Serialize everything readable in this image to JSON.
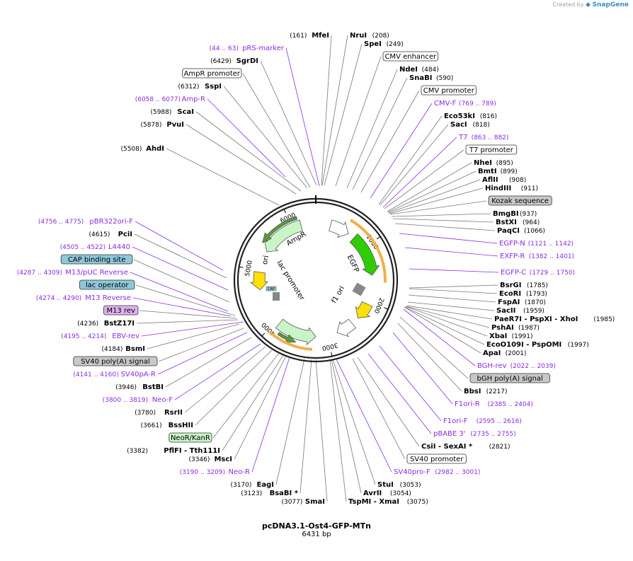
{
  "header": {
    "credit_prefix": "Created by",
    "credit_brand": "SnapGene"
  },
  "plasmid": {
    "name": "pcDNA3.1-Ost4-GFP-MTn",
    "length_label": "6431 bp",
    "ticks": [
      "1000",
      "2000",
      "3000",
      "4000",
      "5000",
      "6000"
    ]
  },
  "colors": {
    "primer": "#8a2be2",
    "enzyme": "#000000",
    "line": "#777777",
    "ring": "#222222",
    "ampr": "#c9f5c6",
    "egfp": "#2ecc00",
    "ori": "#ffe000",
    "f1ori": "#ffe000",
    "orange": "#f0b04a",
    "feature_box_gray": "#c8c8c8",
    "feature_box_teal": "#8ec8d8",
    "feature_box_green": "#c9f5c6",
    "feature_box_pink": "#e0b0f0"
  },
  "labels_left": [
    {
      "pos": "(161)",
      "name": "MfeI",
      "kind": "enzyme"
    },
    {
      "pos": "(44 .. 63)",
      "name": "pRS-marker",
      "kind": "primer"
    },
    {
      "pos": "(6429)",
      "name": "SgrDI",
      "kind": "enzyme"
    },
    {
      "pos": "",
      "name": "AmpR promoter",
      "kind": "box-white"
    },
    {
      "pos": "(6312)",
      "name": "SspI",
      "kind": "enzyme"
    },
    {
      "pos": "(6058 .. 6077)",
      "name": "Amp-R",
      "kind": "primer"
    },
    {
      "pos": "(5988)",
      "name": "ScaI",
      "kind": "enzyme"
    },
    {
      "pos": "(5878)",
      "name": "PvuI",
      "kind": "enzyme"
    },
    {
      "pos": "(5508)",
      "name": "AhdI",
      "kind": "enzyme"
    },
    {
      "pos": "(4756 .. 4775)",
      "name": "pBR322ori-F",
      "kind": "primer"
    },
    {
      "pos": "(4615)",
      "name": "PciI",
      "kind": "enzyme"
    },
    {
      "pos": "(4505 .. 4522)",
      "name": "L4440",
      "kind": "primer"
    },
    {
      "pos": "",
      "name": "CAP binding site",
      "kind": "box-teal"
    },
    {
      "pos": "(4287 .. 4309)",
      "name": "M13/pUC Reverse",
      "kind": "primer"
    },
    {
      "pos": "",
      "name": "lac operator",
      "kind": "box-teal"
    },
    {
      "pos": "(4274 .. 4290)",
      "name": "M13 Reverse",
      "kind": "primer"
    },
    {
      "pos": "",
      "name": "M13 rev",
      "kind": "box-pink"
    },
    {
      "pos": "(4236)",
      "name": "BstZ17I",
      "kind": "enzyme"
    },
    {
      "pos": "(4195 .. 4214)",
      "name": "EBV-rev",
      "kind": "primer"
    },
    {
      "pos": "(4184)",
      "name": "BsmI",
      "kind": "enzyme"
    },
    {
      "pos": "",
      "name": "SV40 poly(A) signal",
      "kind": "box-gray"
    },
    {
      "pos": "(4141 .. 4160)",
      "name": "SV40pA-R",
      "kind": "primer"
    },
    {
      "pos": "(3946)",
      "name": "BstBI",
      "kind": "enzyme"
    },
    {
      "pos": "(3800 .. 3819)",
      "name": "Neo-F",
      "kind": "primer"
    },
    {
      "pos": "(3780)",
      "name": "RsrII",
      "kind": "enzyme"
    },
    {
      "pos": "(3661)",
      "name": "BssHII",
      "kind": "enzyme"
    },
    {
      "pos": "",
      "name": "NeoR/KanR",
      "kind": "box-green"
    },
    {
      "pos": "(3382)",
      "name": "PflFI - Tth111I",
      "kind": "enzyme"
    },
    {
      "pos": "(3346)",
      "name": "MscI",
      "kind": "enzyme"
    },
    {
      "pos": "(3190 .. 3209)",
      "name": "Neo-R",
      "kind": "primer"
    },
    {
      "pos": "(3170)",
      "name": "EagI",
      "kind": "enzyme"
    },
    {
      "pos": "(3123)",
      "name": "BsaBI *",
      "kind": "enzyme"
    },
    {
      "pos": "(3077)",
      "name": "SmaI",
      "kind": "enzyme"
    }
  ],
  "labels_right": [
    {
      "name": "NruI",
      "pos": "(208)",
      "kind": "enzyme"
    },
    {
      "name": "SpeI",
      "pos": "(249)",
      "kind": "enzyme"
    },
    {
      "name": "CMV enhancer",
      "pos": "",
      "kind": "box-white"
    },
    {
      "name": "NdeI",
      "pos": "(484)",
      "kind": "enzyme"
    },
    {
      "name": "SnaBI",
      "pos": "(590)",
      "kind": "enzyme"
    },
    {
      "name": "CMV promoter",
      "pos": "",
      "kind": "box-white"
    },
    {
      "name": "CMV-F",
      "pos": "(769 .. 789)",
      "kind": "primer"
    },
    {
      "name": "Eco53kI",
      "pos": "(816)",
      "kind": "enzyme"
    },
    {
      "name": "SacI",
      "pos": "(818)",
      "kind": "enzyme"
    },
    {
      "name": "T7",
      "pos": "(863 .. 882)",
      "kind": "primer"
    },
    {
      "name": "T7 promoter",
      "pos": "",
      "kind": "box-white"
    },
    {
      "name": "NheI",
      "pos": "(895)",
      "kind": "enzyme"
    },
    {
      "name": "BmtI",
      "pos": "(899)",
      "kind": "enzyme"
    },
    {
      "name": "AflII",
      "pos": "(908)",
      "kind": "enzyme"
    },
    {
      "name": "HindIII",
      "pos": "(911)",
      "kind": "enzyme"
    },
    {
      "name": "Kozak sequence",
      "pos": "",
      "kind": "box-gray"
    },
    {
      "name": "BmgBI",
      "pos": "(937)",
      "kind": "enzyme"
    },
    {
      "name": "BstXI",
      "pos": "(964)",
      "kind": "enzyme"
    },
    {
      "name": "PaqCI",
      "pos": "(1066)",
      "kind": "enzyme"
    },
    {
      "name": "EGFP-N",
      "pos": "(1121 .. 1142)",
      "kind": "primer"
    },
    {
      "name": "EXFP-R",
      "pos": "(1382 .. 1401)",
      "kind": "primer"
    },
    {
      "name": "EGFP-C",
      "pos": "(1729 .. 1750)",
      "kind": "primer"
    },
    {
      "name": "BsrGI",
      "pos": "(1785)",
      "kind": "enzyme"
    },
    {
      "name": "EcoRI",
      "pos": "(1793)",
      "kind": "enzyme"
    },
    {
      "name": "FspAI",
      "pos": "(1870)",
      "kind": "enzyme"
    },
    {
      "name": "SacII",
      "pos": "(1959)",
      "kind": "enzyme"
    },
    {
      "name": "PaeR7I - PspXI - XhoI",
      "pos": "(1985)",
      "kind": "enzyme"
    },
    {
      "name": "PshAI",
      "pos": "(1987)",
      "kind": "enzyme"
    },
    {
      "name": "XbaI",
      "pos": "(1991)",
      "kind": "enzyme"
    },
    {
      "name": "EcoO109I - PspOMI",
      "pos": "(1997)",
      "kind": "enzyme"
    },
    {
      "name": "ApaI",
      "pos": "(2001)",
      "kind": "enzyme"
    },
    {
      "name": "BGH-rev",
      "pos": "(2022 .. 2039)",
      "kind": "primer"
    },
    {
      "name": "bGH poly(A) signal",
      "pos": "",
      "kind": "box-gray"
    },
    {
      "name": "BbsI",
      "pos": "(2217)",
      "kind": "enzyme"
    },
    {
      "name": "F1ori-R",
      "pos": "(2385 .. 2404)",
      "kind": "primer"
    },
    {
      "name": "F1ori-F",
      "pos": "(2595 .. 2616)",
      "kind": "primer"
    },
    {
      "name": "pBABE 3'",
      "pos": "(2735 .. 2755)",
      "kind": "primer"
    },
    {
      "name": "CsiI - SexAI *",
      "pos": "(2821)",
      "kind": "enzyme"
    },
    {
      "name": "SV40 promoter",
      "pos": "",
      "kind": "box-white"
    },
    {
      "name": "SV40pro-F",
      "pos": "(2982 .. 3001)",
      "kind": "primer"
    },
    {
      "name": "StuI",
      "pos": "(3053)",
      "kind": "enzyme"
    },
    {
      "name": "AvrII",
      "pos": "(3054)",
      "kind": "enzyme"
    },
    {
      "name": "TspMI - XmaI",
      "pos": "(3075)",
      "kind": "enzyme"
    }
  ],
  "features_inside": [
    {
      "name": "AmpR"
    },
    {
      "name": "ori"
    },
    {
      "name": "lac promoter"
    },
    {
      "name": "EGFP"
    },
    {
      "name": "f1 ori"
    },
    {
      "name": "CAP"
    }
  ]
}
